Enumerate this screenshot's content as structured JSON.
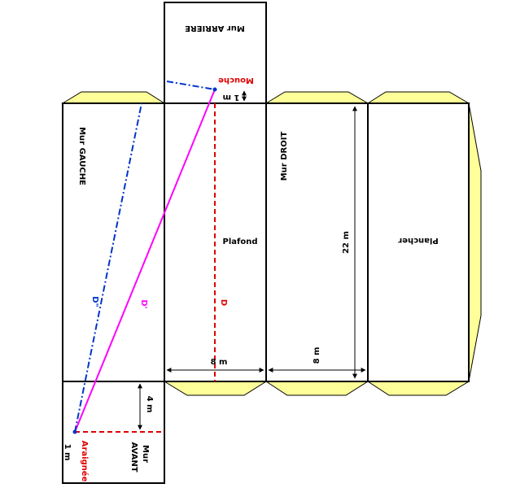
{
  "labels": {
    "mur_arriere": "Mur ARRIERE",
    "mur_gauche": "Mur GAUCHE",
    "plafond": "Plafond",
    "mur_droit": "Mur DROIT",
    "plancher": "Plancher",
    "mur_avant_line1": "Mur",
    "mur_avant_line2": "AVANT",
    "mouche": "Mouche",
    "araignee": "Araignée"
  },
  "dimensions": {
    "length": "22 m",
    "width_plafond": "8 m",
    "width_droit": "8 m",
    "height": "4 m",
    "offset_mouche": "1 m",
    "offset_araignee": "1 m"
  },
  "paths": {
    "d": "D",
    "d_prime": "D'",
    "d_double": "D\""
  },
  "colors": {
    "face_fill": "#ffffff",
    "flap_fill": "#ffff99",
    "outline": "#000000",
    "path_d": "#e00000",
    "path_d_prime": "#ff00ff",
    "path_d_double": "#0033cc",
    "mouche_text": "#e00000",
    "araignee_text": "#e00000"
  }
}
